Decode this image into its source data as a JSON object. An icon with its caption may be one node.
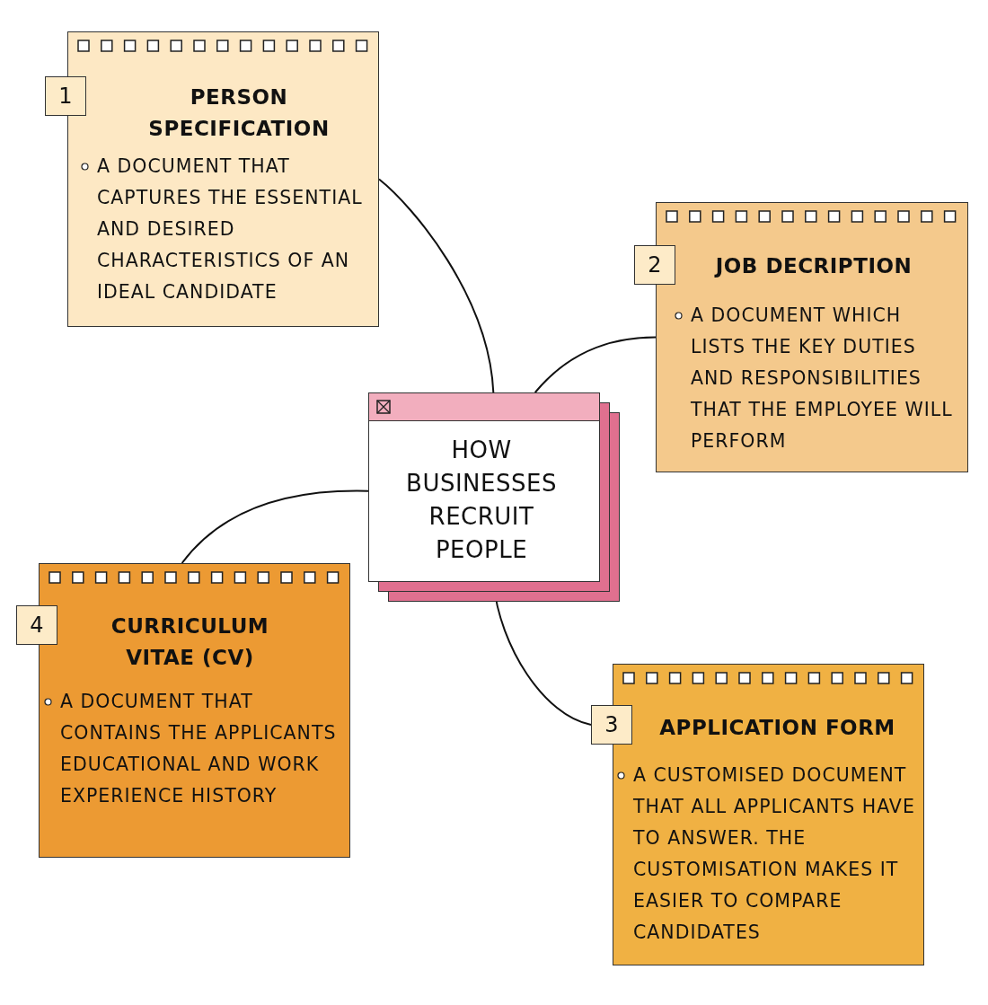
{
  "diagram": {
    "nodes": [
      {
        "text": [
          "HOW BUSINESSES RECRUIT PEOPLE"
        ]
      },
      {
        "text": [
          "PERSON SPECIFICATION",
          "A DOCUMENT THAT CAPTURES THE ESSENTIAL AND DESIRED CHARACTERISTICS OF AN IDEAL CANDIDATE"
        ]
      },
      {
        "text": [
          "JOB DECRIPTION",
          "A DOCUMENT WHICH LISTS THE KEY DUTIES AND RESPONSIBILITIES THAT THE EMPLOYEE WILL PERFORM"
        ]
      },
      {
        "text": [
          "CURRICULUM VITAE (CV)",
          "A DOCUMENT THAT CONTAINS THE APPLICANTS EDUCATIONAL AND WORK EXPERIENCE HISTORY"
        ]
      },
      {
        "text": [
          "APPLICATION FORM",
          "A CUSTOMISED DOCUMENT THAT ALL APPLICANTS HAVE TO ANSWER. THE CUSTOMISATION MAKES IT EASIER TO COMPARE CANDIDATES"
        ]
      },
      {
        "text": [
          "1"
        ]
      },
      {
        "text": [
          "2"
        ]
      },
      {
        "text": [
          "4"
        ]
      },
      {
        "text": [
          "3"
        ]
      }
    ],
    "edges": [
      {
        "from": 0,
        "to": 1,
        "arrow": "none"
      },
      {
        "from": 0,
        "to": 2,
        "arrow": "none"
      },
      {
        "from": 0,
        "to": 3,
        "arrow": "none"
      },
      {
        "from": 0,
        "to": 8,
        "arrow": "none"
      }
    ]
  }
}
